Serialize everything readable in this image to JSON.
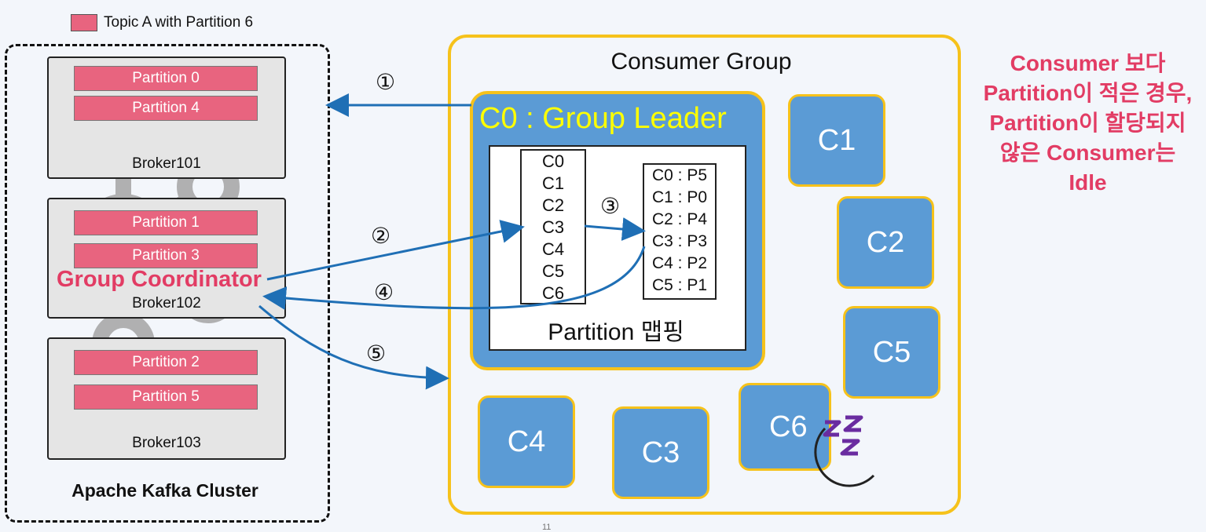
{
  "legend": {
    "label": "Topic A with Partition 6",
    "color": "#e8647f"
  },
  "cluster": {
    "label": "Apache Kafka Cluster",
    "coordinator_label": "Group Coordinator",
    "brokers": [
      {
        "name": "Broker101",
        "partitions": [
          "Partition 0",
          "Partition 4"
        ]
      },
      {
        "name": "Broker102",
        "partitions": [
          "Partition 1",
          "Partition 3"
        ]
      },
      {
        "name": "Broker103",
        "partitions": [
          "Partition 2",
          "Partition 5"
        ]
      }
    ]
  },
  "consumer_group": {
    "title": "Consumer Group",
    "leader_title": "C0 : Group Leader",
    "member_list": [
      "C0",
      "C1",
      "C2",
      "C3",
      "C4",
      "C5",
      "C6"
    ],
    "assignment_list": [
      "C0 : P5",
      "C1 : P0",
      "C2 : P4",
      "C3 : P3",
      "C4 : P2",
      "C5 : P1"
    ],
    "mapping_label": "Partition 맵핑",
    "consumers": [
      "C1",
      "C2",
      "C5",
      "C4",
      "C3",
      "C6"
    ]
  },
  "steps": [
    "①",
    "②",
    "③",
    "④",
    "⑤"
  ],
  "note": [
    "Consumer 보다",
    "Partition이 적은 경우,",
    "Partition이 할당되지",
    "않은 Consumer는",
    "Idle"
  ],
  "page_number": "11",
  "colors": {
    "partition": "#e8647f",
    "consumer": "#5b9bd5",
    "border_accent": "#f6c21b",
    "arrow": "#1f6fb5",
    "highlight_text": "#e23c64",
    "leader_title": "#ffff00"
  }
}
